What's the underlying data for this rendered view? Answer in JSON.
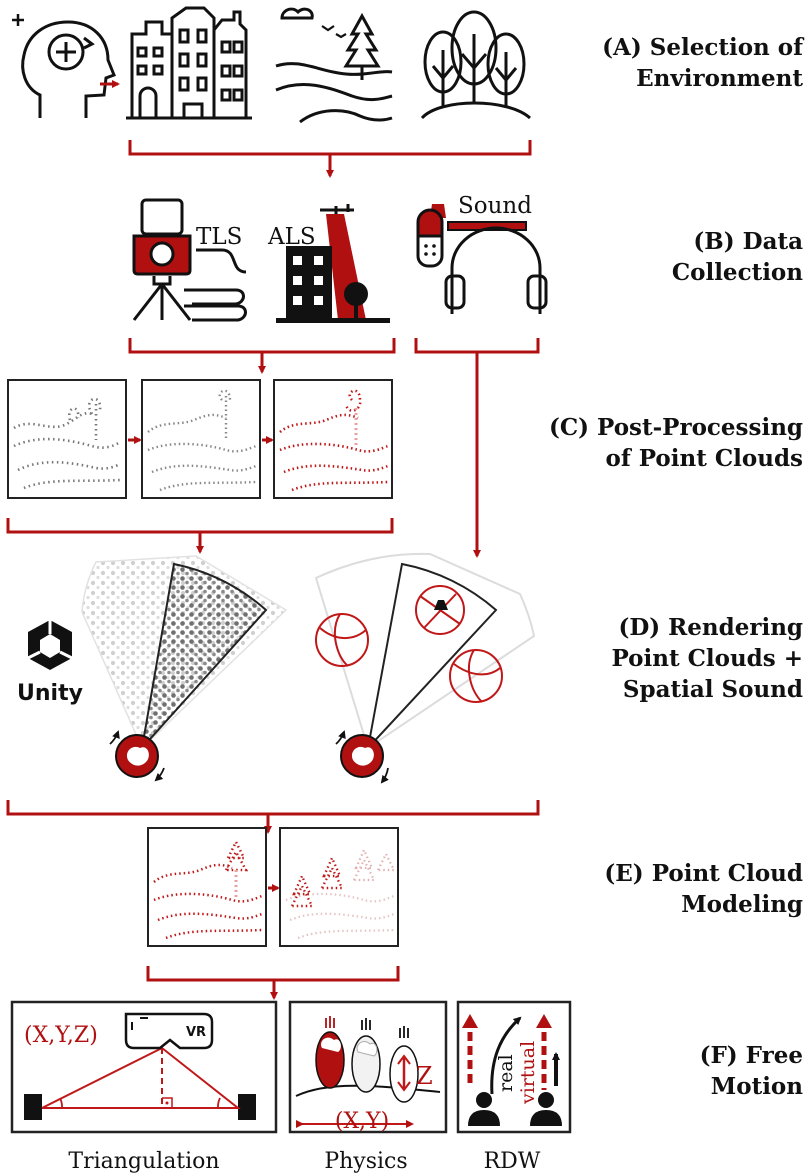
{
  "colors": {
    "accent": "#b01010",
    "ink": "#111111",
    "frame": "#222222",
    "faint": "#c8c8c8",
    "pink": "#e8a0a0"
  },
  "stages": [
    {
      "lines": [
        "(A) Selection of",
        "Environment"
      ]
    },
    {
      "lines": [
        "(B) Data",
        "Collection"
      ]
    },
    {
      "lines": [
        "(C) Post-Processing",
        "of Point Clouds"
      ]
    },
    {
      "lines": [
        "(D) Rendering",
        "Point Clouds +",
        "Spatial Sound"
      ]
    },
    {
      "lines": [
        "(E) Point Cloud",
        "Modeling"
      ]
    },
    {
      "lines": [
        "(F) Free",
        "Motion"
      ]
    }
  ],
  "icons": {
    "mind": "head-with-plus-icon",
    "city": "town-buildings-icon",
    "landscape": "hills-landscape-icon",
    "forest": "forest-trees-icon",
    "tls": "terrestrial-laser-scanner-icon",
    "als": "airborne-laser-scanner-icon",
    "sound": "microphone-headphones-icon",
    "unity": "unity-logo-icon"
  },
  "text": {
    "tls": "TLS",
    "als": "ALS",
    "sound": "Sound",
    "unity": "Unity",
    "vr": "VR",
    "xyz": "(X,Y,Z)",
    "z": "Z",
    "xy": "(X,Y)",
    "real": "real",
    "virtual": "virtual"
  },
  "captions": {
    "triangulation": "Triangulation",
    "physics": "Physics",
    "rdw": "RDW"
  }
}
